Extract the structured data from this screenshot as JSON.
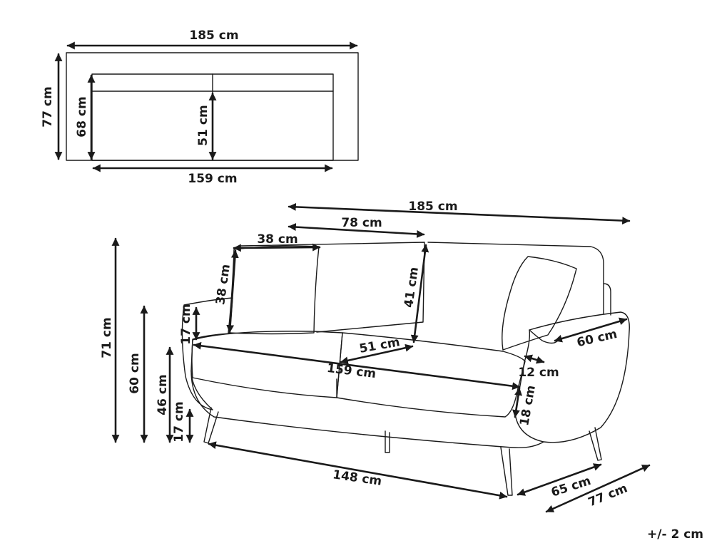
{
  "colors": {
    "ink": "#1a1a1a",
    "background": "#ffffff"
  },
  "front_view": {
    "overall_width": "185 cm",
    "overall_height": "77 cm",
    "seat_width": "159 cm",
    "backrest_height": "68 cm",
    "backrest_upper_height": "51 cm"
  },
  "perspective_view": {
    "overall_width": "185 cm",
    "back_width": "78 cm",
    "cushion_width": "38 cm",
    "cushion_height": "38 cm",
    "back_height": "41 cm",
    "seat_depth": "51 cm",
    "seat_width": "159 cm",
    "armrest_width": "60 cm",
    "armrest_thickness": "12 cm",
    "armrest_above_seat": "17 cm",
    "seat_cushion_thickness": "18 cm",
    "overall_height": "71 cm",
    "armrest_height": "60 cm",
    "seat_height": "46 cm",
    "leg_height": "17 cm",
    "base_width": "148 cm",
    "seat_side_depth": "65 cm",
    "overall_depth": "77 cm"
  },
  "tolerance": "+/- 2 cm"
}
